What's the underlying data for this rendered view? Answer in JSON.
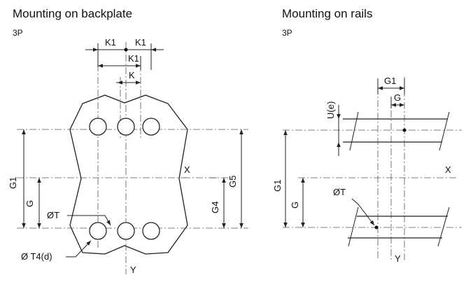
{
  "left": {
    "title": "Mounting on backplate",
    "subtitle": "3P",
    "labels": {
      "k1_left": "K1",
      "k1_right": "K1",
      "k1_mid": "K1",
      "k": "K",
      "g1": "G1",
      "g": "G",
      "x": "X",
      "g5": "G5",
      "g4": "G4",
      "ot": "ØT",
      "t4": "Ø T4(d)",
      "y": "Y"
    }
  },
  "right": {
    "title": "Mounting on rails",
    "subtitle": "3P",
    "labels": {
      "g1_top": "G1",
      "g_top": "G",
      "ue": "U(e)",
      "x": "X",
      "g1": "G1",
      "g": "G",
      "ot": "ØT",
      "y": "Y"
    }
  }
}
